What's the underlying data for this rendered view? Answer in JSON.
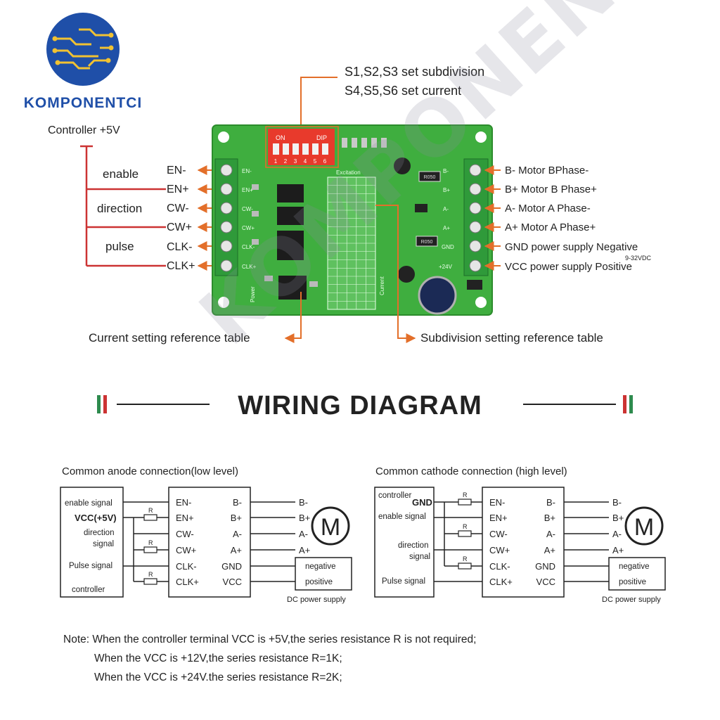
{
  "brand": {
    "name": "KOMPONENTCI",
    "watermark": "KOMPONENTCI"
  },
  "colors": {
    "red": "#cc3333",
    "orange": "#e36f2a",
    "board": "#3fae3f",
    "green_flag": "#2e8b4e"
  },
  "top": {
    "controller_label": "Controller +5V",
    "groups": [
      "enable",
      "direction",
      "pulse"
    ],
    "pins_left": [
      "EN-",
      "EN+",
      "CW-",
      "CW+",
      "CLK-",
      "CLK+"
    ],
    "pins_right": [
      "B- Motor BPhase-",
      "B+ Motor B Phase+",
      "A- Motor A Phase-",
      "A+ Motor A Phase+",
      "GND power supply Negative",
      "VCC power supply Positive"
    ],
    "voltage_note": "9-32VDC",
    "dip_note_1": "S1,S2,S3 set subdivision",
    "dip_note_2": "S4,S5,S6 set current",
    "current_table_label": "Current setting reference table",
    "subdivision_table_label": "Subdivision setting reference table",
    "board": {
      "dip_on": "ON",
      "dip_dip": "DIP",
      "dip_numbers": [
        "1",
        "2",
        "3",
        "4",
        "5",
        "6"
      ],
      "silk_left": [
        "EN-",
        "EN+",
        "CW-",
        "CW+",
        "CLK-",
        "CLK+"
      ],
      "silk_right": [
        "B-",
        "B+",
        "A-",
        "A+",
        "GND",
        "+24V"
      ],
      "excitation": "Excitation",
      "current": "Current",
      "power": "Power",
      "resistor": "R050"
    }
  },
  "heading": "WIRING DIAGRAM",
  "anode": {
    "title": "Common anode connection(low level)",
    "controller_labels": [
      "enable signal",
      "VCC(+5V)",
      "direction",
      "signal",
      "Pulse signal",
      "controller"
    ],
    "driver_left": [
      "EN-",
      "EN+",
      "CW-",
      "CW+",
      "CLK-",
      "CLK+"
    ],
    "driver_right": [
      "B-",
      "B+",
      "A-",
      "A+",
      "GND",
      "VCC"
    ],
    "motor_pins": [
      "B-",
      "B+",
      "A-",
      "A+"
    ],
    "motor": "M",
    "resistor": "R",
    "psu_negative": "negative",
    "psu_positive": "positive",
    "psu_label": "DC power supply"
  },
  "cathode": {
    "title": "Common cathode connection (high level)",
    "controller_labels": [
      "controller",
      "GND",
      "enable signal",
      "direction",
      "signal",
      "Pulse signal"
    ],
    "driver_left": [
      "EN-",
      "EN+",
      "CW-",
      "CW+",
      "CLK-",
      "CLK+"
    ],
    "driver_right": [
      "B-",
      "B+",
      "A-",
      "A+",
      "GND",
      "VCC"
    ],
    "motor_pins": [
      "B-",
      "B+",
      "A-",
      "A+"
    ],
    "motor": "M",
    "resistor": "R",
    "psu_negative": "negative",
    "psu_positive": "positive",
    "psu_label": "DC power supply"
  },
  "notes": [
    "Note: When the controller terminal VCC is +5V,the series resistance R is not required;",
    "When the VCC is +12V,the series resistance R=1K;",
    "When the VCC is +24V.the series resistance R=2K;"
  ]
}
